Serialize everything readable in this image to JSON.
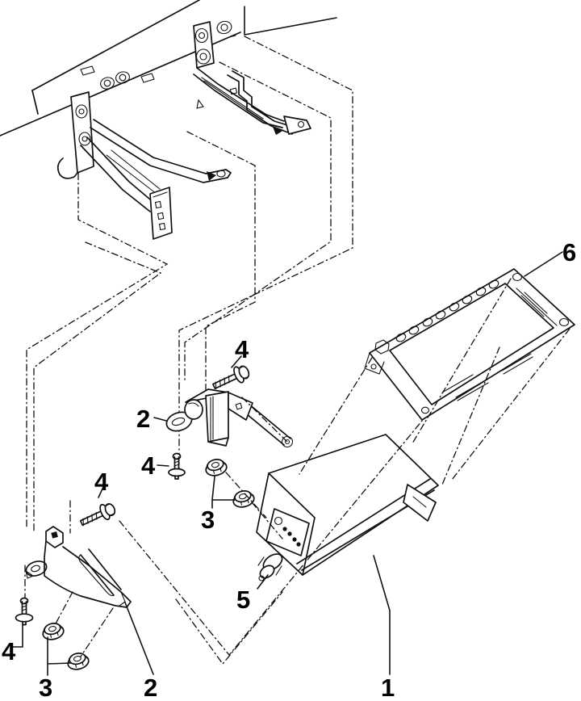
{
  "figure": {
    "kind": "exploded-parts-diagram",
    "style": {
      "background_color": "#ffffff",
      "line_color": "#111111",
      "label_color": "#000000"
    },
    "callouts": [
      {
        "label": "6"
      },
      {
        "label": "4"
      },
      {
        "label": "2"
      },
      {
        "label": "4"
      },
      {
        "label": "3"
      },
      {
        "label": "4"
      },
      {
        "label": "4"
      },
      {
        "label": "3"
      },
      {
        "label": "2"
      },
      {
        "label": "5"
      },
      {
        "label": "1"
      }
    ]
  }
}
